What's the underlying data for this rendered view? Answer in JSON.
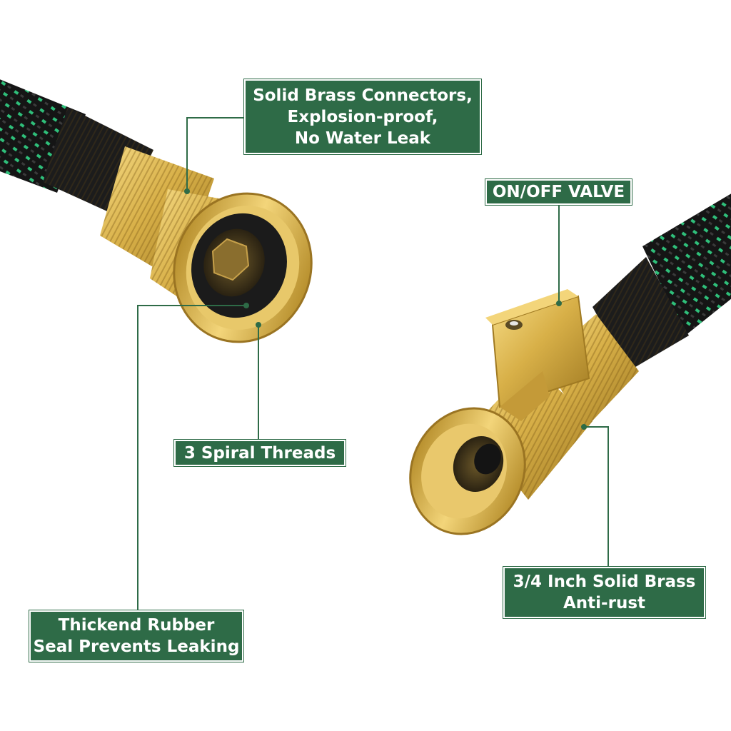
{
  "callouts": {
    "brass_connectors": {
      "line1": "Solid Brass Connectors,",
      "line2": "Explosion-proof,",
      "line3": "No Water Leak"
    },
    "valve": {
      "line1": "ON/OFF VALVE"
    },
    "threads": {
      "line1": "3 Spiral Threads"
    },
    "rubber_seal": {
      "line1": "Thickend Rubber",
      "line2": "Seal Prevents Leaking"
    },
    "solid_brass": {
      "line1": "3/4 Inch Solid Brass",
      "line2": "Anti-rust"
    }
  },
  "colors": {
    "label_bg": "#2e6b47",
    "leader_line": "#2e6b47",
    "brass": "#d9b54a",
    "hose_black": "#1a1a1a",
    "hose_green": "#2fbf7a"
  }
}
